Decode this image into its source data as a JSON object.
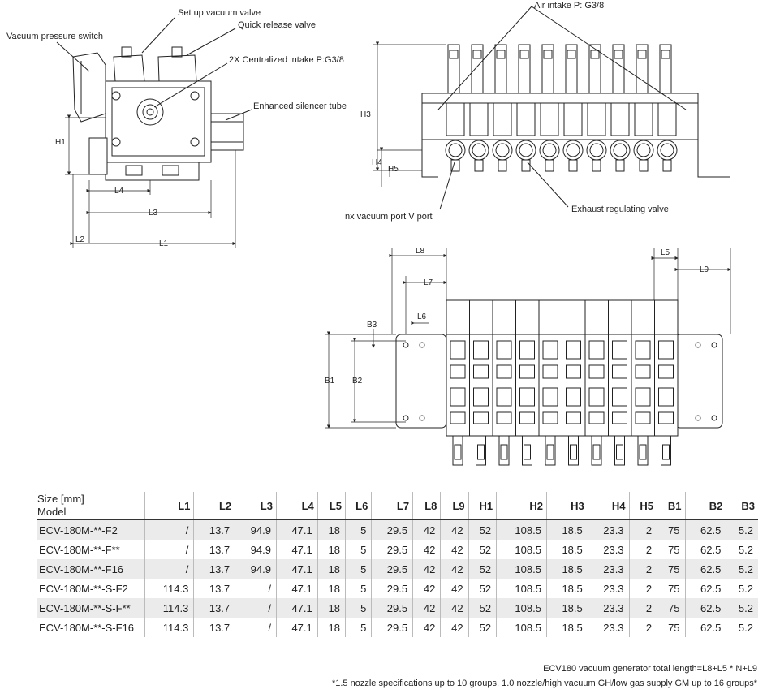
{
  "labels": {
    "vacuum_pressure_switch": "Vacuum pressure switch",
    "set_up_vacuum_valve": "Set up vacuum valve",
    "quick_release_valve": "Quick release valve",
    "centralized_intake": "2X Centralized intake P:G3/8",
    "enhanced_silencer_tube": "Enhanced silencer tube",
    "air_intake": "Air intake P: G3/8",
    "nx_vacuum_port": "nx vacuum port V port",
    "exhaust_regulating_valve": "Exhaust regulating valve"
  },
  "dims": {
    "H1": "H1",
    "L4": "L4",
    "L3": "L3",
    "L2": "L2",
    "L1": "L1",
    "H3": "H3",
    "H4": "H4",
    "H5": "H5",
    "L8": "L8",
    "L5": "L5",
    "L9": "L9",
    "L7": "L7",
    "L6": "L6",
    "B3": "B3",
    "B1": "B1",
    "B2": "B2"
  },
  "table": {
    "size_label": "Size [mm]",
    "model_label": "Model",
    "columns": [
      "L1",
      "L2",
      "L3",
      "L4",
      "L5",
      "L6",
      "L7",
      "L8",
      "L9",
      "H1",
      "H2",
      "H3",
      "H4",
      "H5",
      "B1",
      "B2",
      "B3"
    ],
    "rows": [
      {
        "model": "ECV-180M-**-F2",
        "values": [
          "/",
          "13.7",
          "94.9",
          "47.1",
          "18",
          "5",
          "29.5",
          "42",
          "42",
          "52",
          "108.5",
          "18.5",
          "23.3",
          "2",
          "75",
          "62.5",
          "5.2"
        ]
      },
      {
        "model": "ECV-180M-**-F**",
        "values": [
          "/",
          "13.7",
          "94.9",
          "47.1",
          "18",
          "5",
          "29.5",
          "42",
          "42",
          "52",
          "108.5",
          "18.5",
          "23.3",
          "2",
          "75",
          "62.5",
          "5.2"
        ]
      },
      {
        "model": "ECV-180M-**-F16",
        "values": [
          "/",
          "13.7",
          "94.9",
          "47.1",
          "18",
          "5",
          "29.5",
          "42",
          "42",
          "52",
          "108.5",
          "18.5",
          "23.3",
          "2",
          "75",
          "62.5",
          "5.2"
        ]
      },
      {
        "model": "ECV-180M-**-S-F2",
        "values": [
          "114.3",
          "13.7",
          "/",
          "47.1",
          "18",
          "5",
          "29.5",
          "42",
          "42",
          "52",
          "108.5",
          "18.5",
          "23.3",
          "2",
          "75",
          "62.5",
          "5.2"
        ]
      },
      {
        "model": "ECV-180M-**-S-F**",
        "values": [
          "114.3",
          "13.7",
          "/",
          "47.1",
          "18",
          "5",
          "29.5",
          "42",
          "42",
          "52",
          "108.5",
          "18.5",
          "23.3",
          "2",
          "75",
          "62.5",
          "5.2"
        ]
      },
      {
        "model": "ECV-180M-**-S-F16",
        "values": [
          "114.3",
          "13.7",
          "/",
          "47.1",
          "18",
          "5",
          "29.5",
          "42",
          "42",
          "52",
          "108.5",
          "18.5",
          "23.3",
          "2",
          "75",
          "62.5",
          "5.2"
        ]
      }
    ]
  },
  "notes": {
    "formula": "ECV180 vacuum generator total length=L8+L5 * N+L9",
    "spec": "*1.5 nozzle specifications up to 10 groups, 1.0 nozzle/high vacuum GH/low gas supply GM up to 16 groups*"
  }
}
